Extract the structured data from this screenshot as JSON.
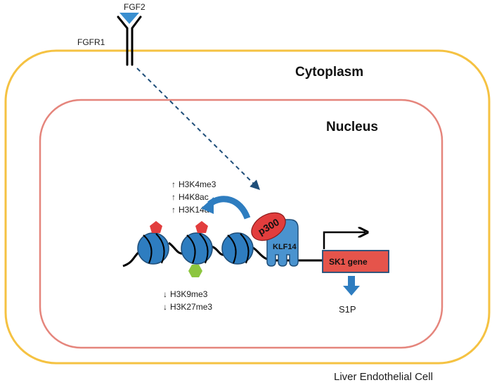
{
  "labels": {
    "ligand": "FGF2",
    "receptor": "FGFR1",
    "cytoplasm": "Cytoplasm",
    "nucleus": "Nucleus",
    "coactivator": "p300",
    "transcription_factor": "KLF14",
    "gene": "SK1 gene",
    "product": "S1P",
    "cell": "Liver Endothelial Cell"
  },
  "marks_up": [
    "H3K4me3",
    "H4K8ac",
    "H3K14ac"
  ],
  "marks_down": [
    "H3K9me3",
    "H3K27me3"
  ],
  "colors": {
    "cell_membrane": "#F5C242",
    "nuclear_envelope": "#E5857C",
    "nucleosome": "#2E7DC0",
    "ligand": "#3A8FD0",
    "activating_mark": "#E23D3D",
    "repressive_mark": "#8CC63F",
    "p300": "#E23D3D",
    "klf14": "#4A93CF",
    "gene_box": "#E5544B",
    "signal_arrow": "#1F4E79"
  }
}
